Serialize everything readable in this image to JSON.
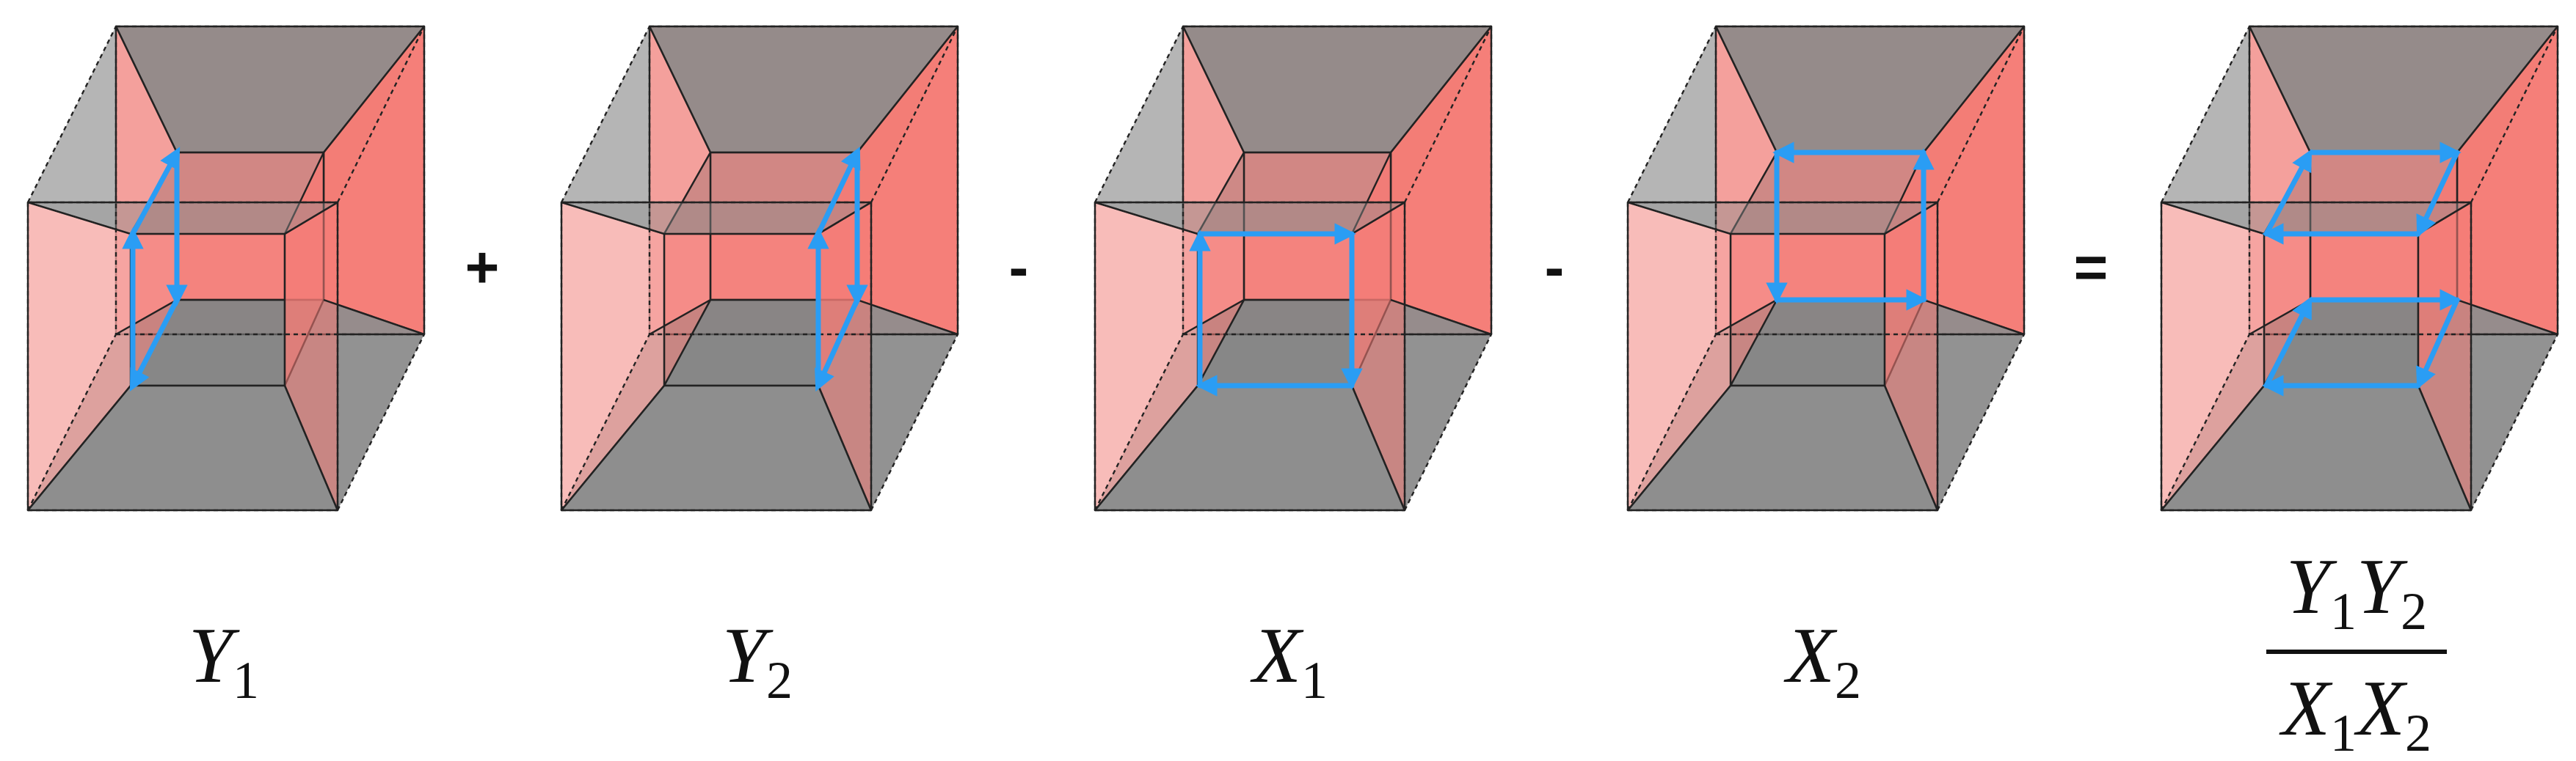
{
  "panels": [
    {
      "id": "y1",
      "label": "Y",
      "sub": "1",
      "loops": [
        "left-upper",
        "left-lower"
      ]
    },
    {
      "id": "y2",
      "label": "Y",
      "sub": "2",
      "loops": [
        "right-upper",
        "right-lower"
      ]
    },
    {
      "id": "x1",
      "label": "X",
      "sub": "1",
      "loops": [
        "front-rect"
      ]
    },
    {
      "id": "x2",
      "label": "X",
      "sub": "2",
      "loops": [
        "back-rect"
      ]
    },
    {
      "id": "y1y2x1x2",
      "loops": [
        "top-loop",
        "bottom-loop"
      ],
      "numerator": [
        {
          "label": "Y",
          "sub": "1"
        },
        {
          "label": "Y",
          "sub": "2"
        }
      ],
      "denominator": [
        {
          "label": "X",
          "sub": "1"
        },
        {
          "label": "X",
          "sub": "2"
        }
      ]
    }
  ],
  "operators": [
    "+",
    "-",
    "-",
    "="
  ],
  "colors": {
    "gray_dark": "#8c8c8c",
    "gray_light": "#b7b7b7",
    "red_face": "#f47c76",
    "red_light": "#f6a5a1",
    "inner_gray": "#808080",
    "arrow": "#2a9df4",
    "edge": "#222222"
  }
}
